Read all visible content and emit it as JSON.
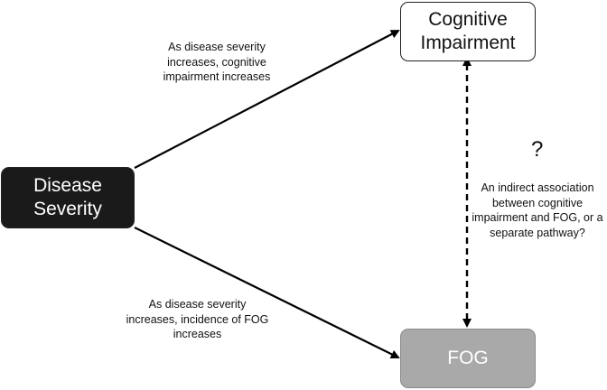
{
  "nodes": {
    "disease_severity": "Disease\nSeverity",
    "cognitive_impairment": "Cognitive\nImpairment",
    "fog": "FOG"
  },
  "annotations": {
    "top": "As disease severity\nincreases, cognitive\nimpairment increases",
    "bottom": "As disease severity\nincreases, incidence of FOG\nincreases",
    "question_mark": "?",
    "right": "An indirect association\nbetween cognitive\nimpairment and FOG, or a\nseparate pathway?"
  },
  "colors": {
    "disease_fill": "#1a1a1a",
    "fog_fill": "#a9a9a9",
    "line": "#000000"
  }
}
